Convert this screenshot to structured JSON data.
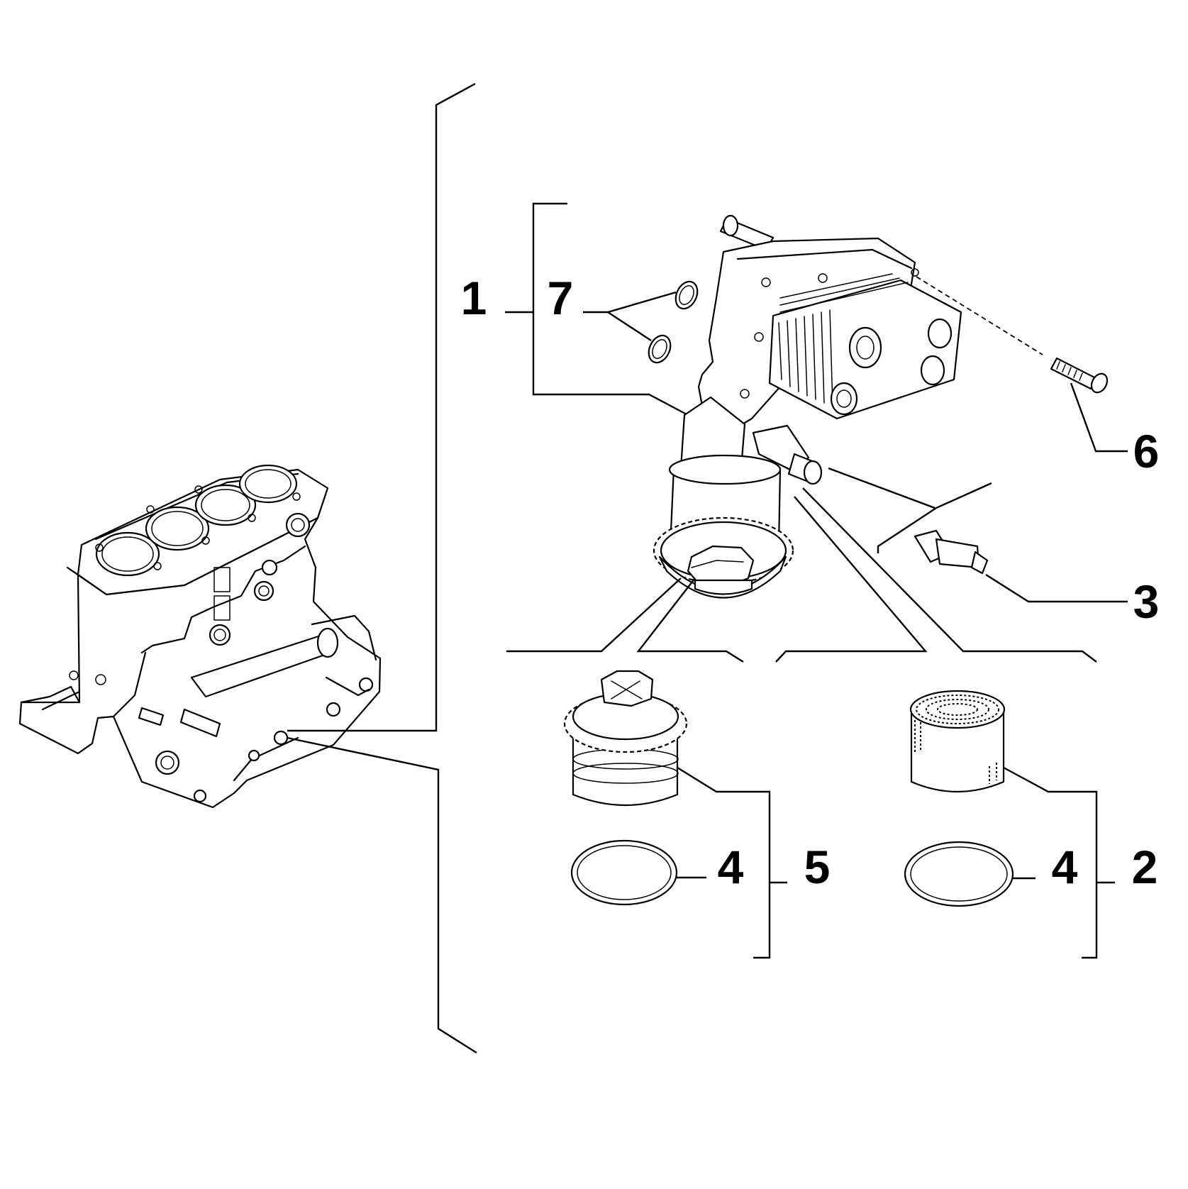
{
  "callouts": [
    {
      "id": "c1",
      "text": "1"
    },
    {
      "id": "c7",
      "text": "7"
    },
    {
      "id": "c6",
      "text": "6"
    },
    {
      "id": "c3",
      "text": "3"
    },
    {
      "id": "c4a",
      "text": "4"
    },
    {
      "id": "c5",
      "text": "5"
    },
    {
      "id": "c4b",
      "text": "4"
    },
    {
      "id": "c2",
      "text": "2"
    }
  ]
}
